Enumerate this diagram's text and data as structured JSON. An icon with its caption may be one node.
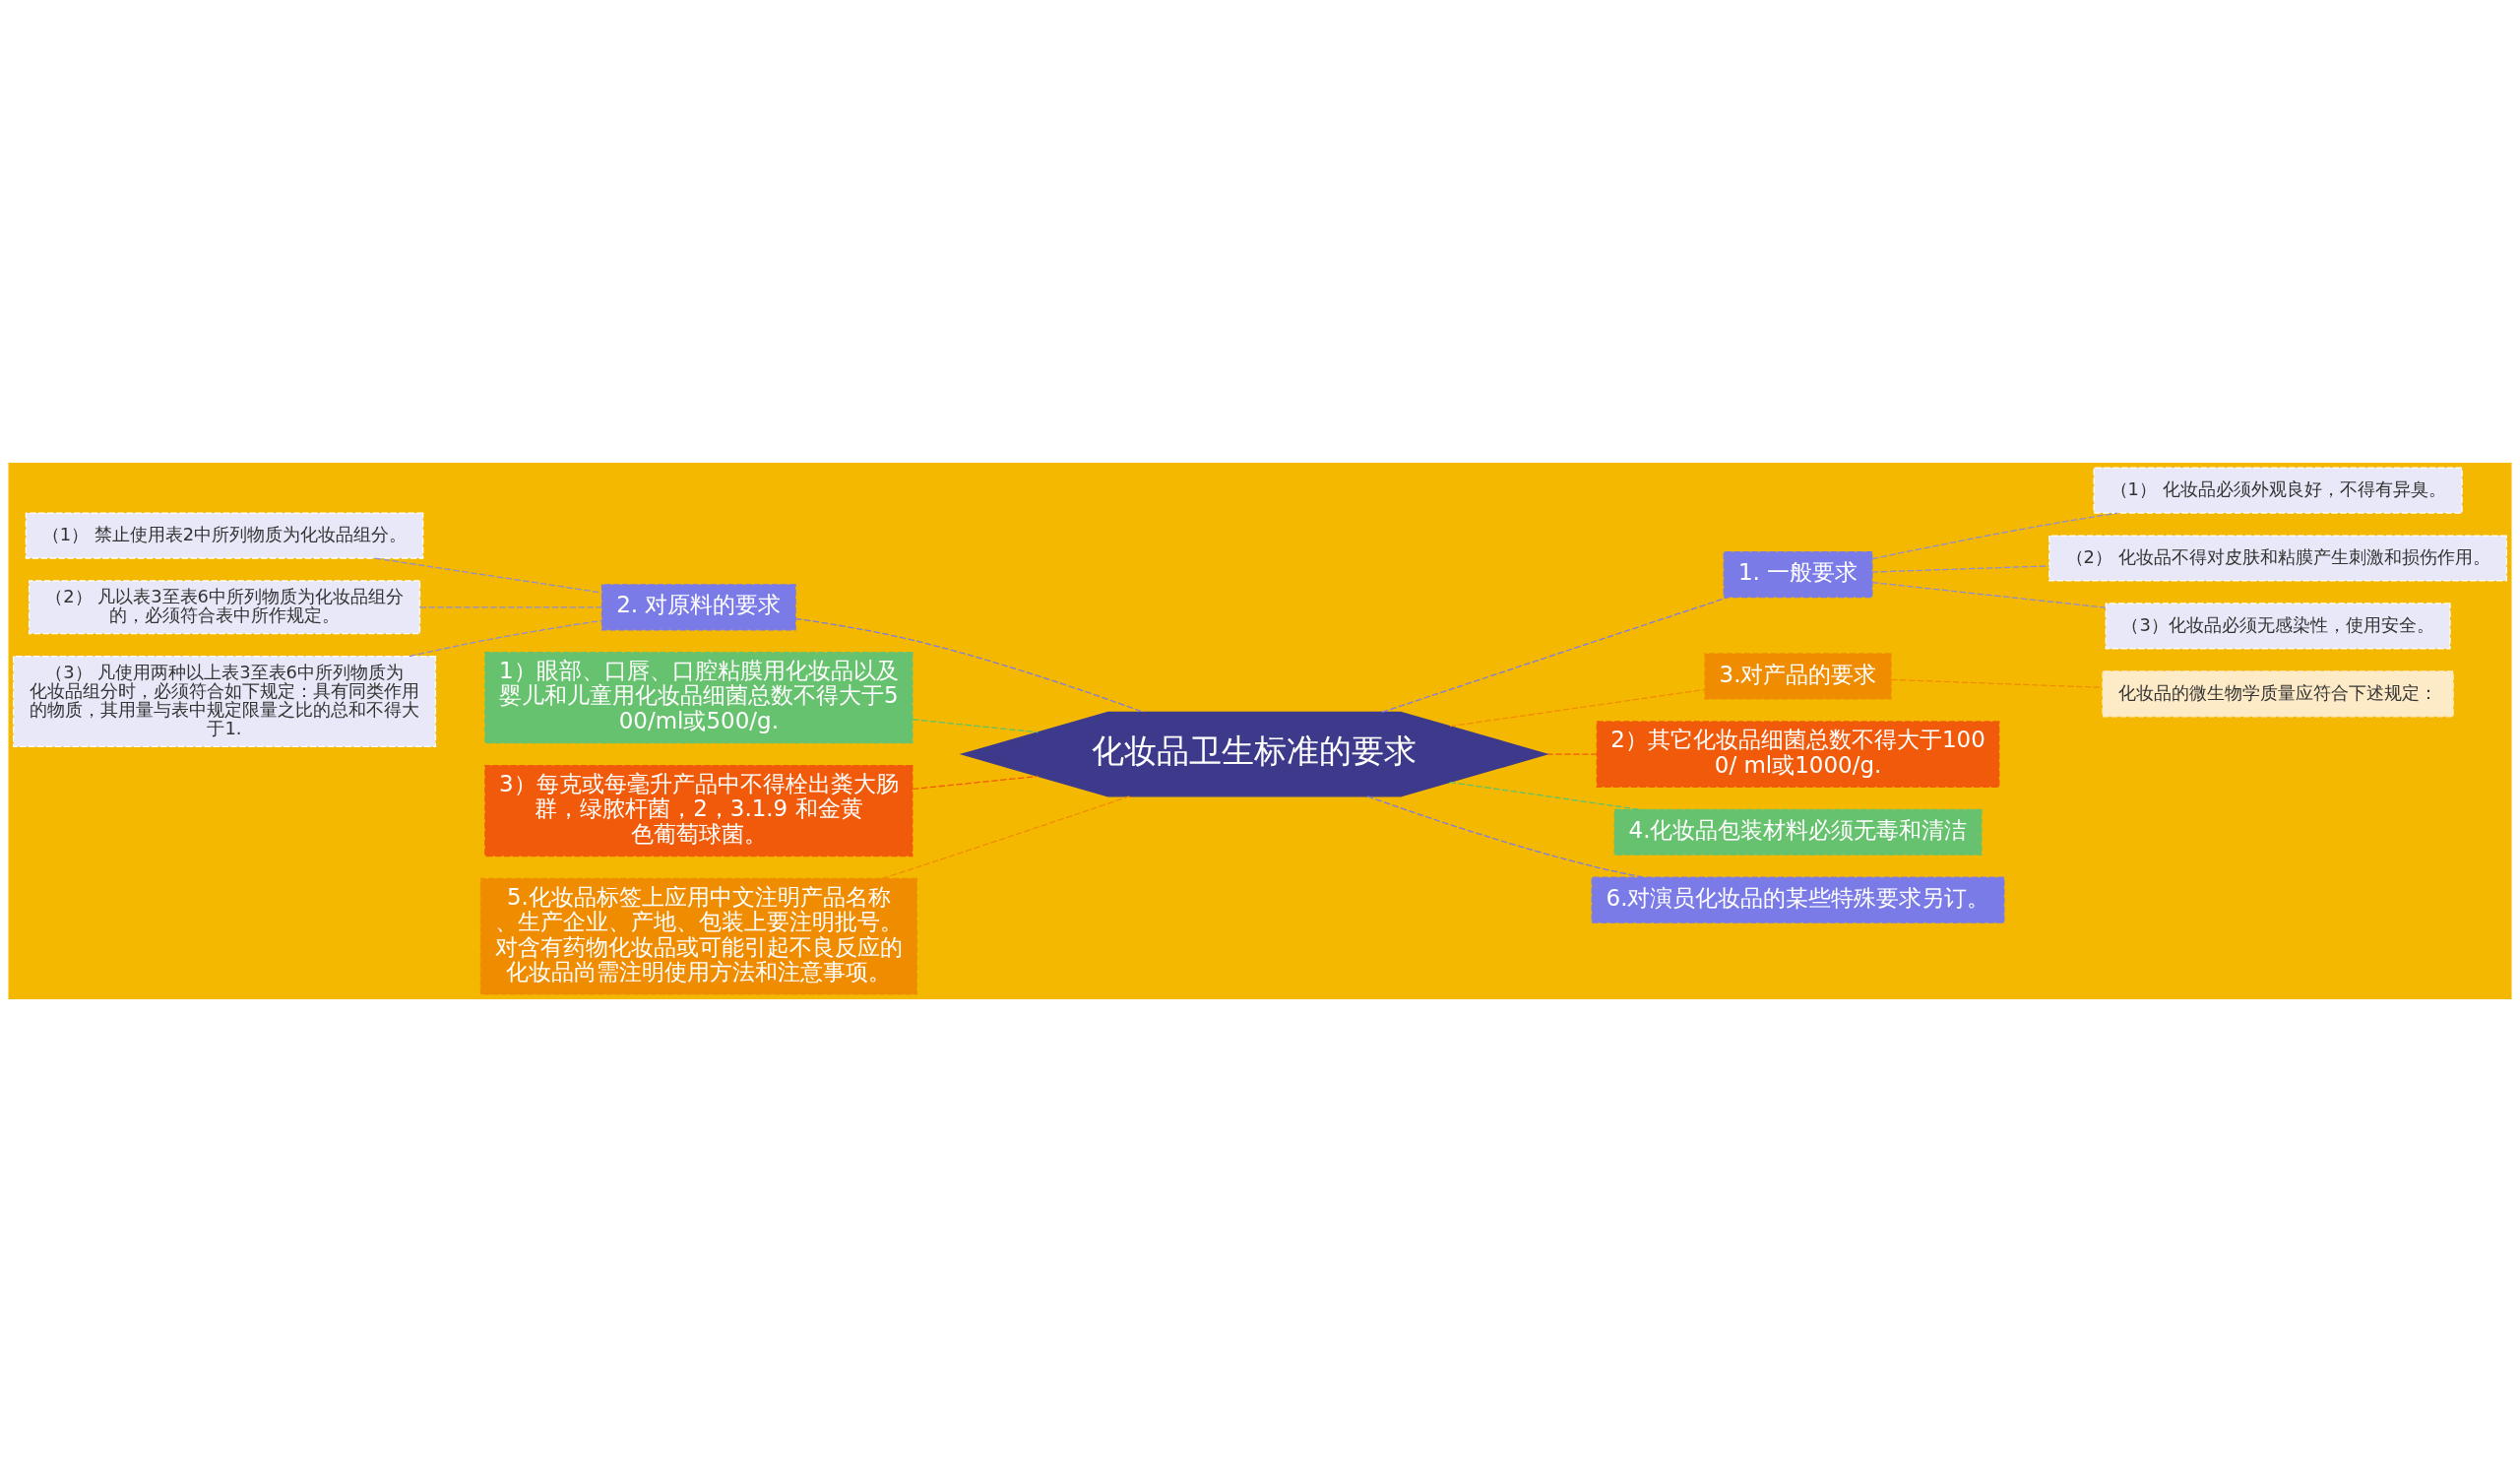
{
  "diagram": {
    "nodes": [
      {
        "text": [
          "化妆品卫生标准的要求"
        ]
      },
      {
        "text": [
          "2. 对原料的要求"
        ]
      },
      {
        "text": [
          "（1） 禁止使用表2中所列物质为化妆品组分。"
        ]
      },
      {
        "text": [
          "（2） 凡以表3至表6中所列物质为化妆品组分的，必须符合表中所作规定。"
        ]
      },
      {
        "text": [
          "（3） 凡使用两种以上表3至表6中所列物质为化妆品组分时，必须符合如下规定：具有同类作用的物质，其用量与表中规定限量之比的总和不得大于1."
        ]
      },
      {
        "text": [
          "1）眼部、口唇、口腔粘膜用化妆品以及婴儿和儿童用化妆品细菌总数不得大于500/ml或500/g."
        ]
      },
      {
        "text": [
          "3）每克或每毫升产品中不得栓出粪大肠群，绿脓杆菌，2，3.1.9 和金黄色葡萄球菌。"
        ]
      },
      {
        "text": [
          "5.化妆品标签上应用中文注明产品名称、生产企业、产地、包装上要注明批号。对含有药物化妆品或可能引起不良反应的化妆品尚需注明使用方法和注意事项。"
        ]
      },
      {
        "text": [
          "1. 一般要求"
        ]
      },
      {
        "text": [
          "（1） 化妆品必须外观良好，不得有异臭。"
        ]
      },
      {
        "text": [
          "（2） 化妆品不得对皮肤和粘膜产生刺激和损伤作用。"
        ]
      },
      {
        "text": [
          "（3）化妆品必须无感染性，使用安全。"
        ]
      },
      {
        "text": [
          "3.对产品的要求"
        ]
      },
      {
        "text": [
          "化妆品的微生物学质量应符合下述规定："
        ]
      },
      {
        "text": [
          "2）其它化妆品细菌总数不得大于1000/ ml或1000/g."
        ]
      },
      {
        "text": [
          "4.化妆品包装材料必须无毒和清洁"
        ]
      },
      {
        "text": [
          "6.对演员化妆品的某些特殊要求另订。"
        ]
      }
    ],
    "edges": [
      {
        "from": 0,
        "to": 1,
        "arrow": "none",
        "style": "dashed",
        "color": "#7b7be8"
      },
      {
        "from": 1,
        "to": 2,
        "arrow": "none",
        "style": "dashed",
        "color": "#8c8cd8"
      },
      {
        "from": 1,
        "to": 3,
        "arrow": "none",
        "style": "dashed",
        "color": "#8c8cd8"
      },
      {
        "from": 1,
        "to": 4,
        "arrow": "none",
        "style": "dashed",
        "color": "#8c8cd8"
      },
      {
        "from": 0,
        "to": 5,
        "arrow": "none",
        "style": "dashed",
        "color": "#5cc46a"
      },
      {
        "from": 0,
        "to": 6,
        "arrow": "none",
        "style": "dashed",
        "color": "#f05a0a"
      },
      {
        "from": 0,
        "to": 7,
        "arrow": "none",
        "style": "dashed",
        "color": "#f08c00"
      },
      {
        "from": 0,
        "to": 8,
        "arrow": "none",
        "style": "dashed",
        "color": "#7b7be8"
      },
      {
        "from": 8,
        "to": 9,
        "arrow": "none",
        "style": "dashed",
        "color": "#8c8cd8"
      },
      {
        "from": 8,
        "to": 10,
        "arrow": "none",
        "style": "dashed",
        "color": "#8c8cd8"
      },
      {
        "from": 8,
        "to": 11,
        "arrow": "none",
        "style": "dashed",
        "color": "#8c8cd8"
      },
      {
        "from": 0,
        "to": 12,
        "arrow": "none",
        "style": "dashed",
        "color": "#f08c00"
      },
      {
        "from": 12,
        "to": 13,
        "arrow": "none",
        "style": "dashed",
        "color": "#f08c00"
      },
      {
        "from": 0,
        "to": 14,
        "arrow": "none",
        "style": "dashed",
        "color": "#f05a0a"
      },
      {
        "from": 0,
        "to": 15,
        "arrow": "none",
        "style": "dashed",
        "color": "#5cc46a"
      },
      {
        "from": 0,
        "to": 16,
        "arrow": "none",
        "style": "dashed",
        "color": "#7b7be8"
      }
    ]
  }
}
